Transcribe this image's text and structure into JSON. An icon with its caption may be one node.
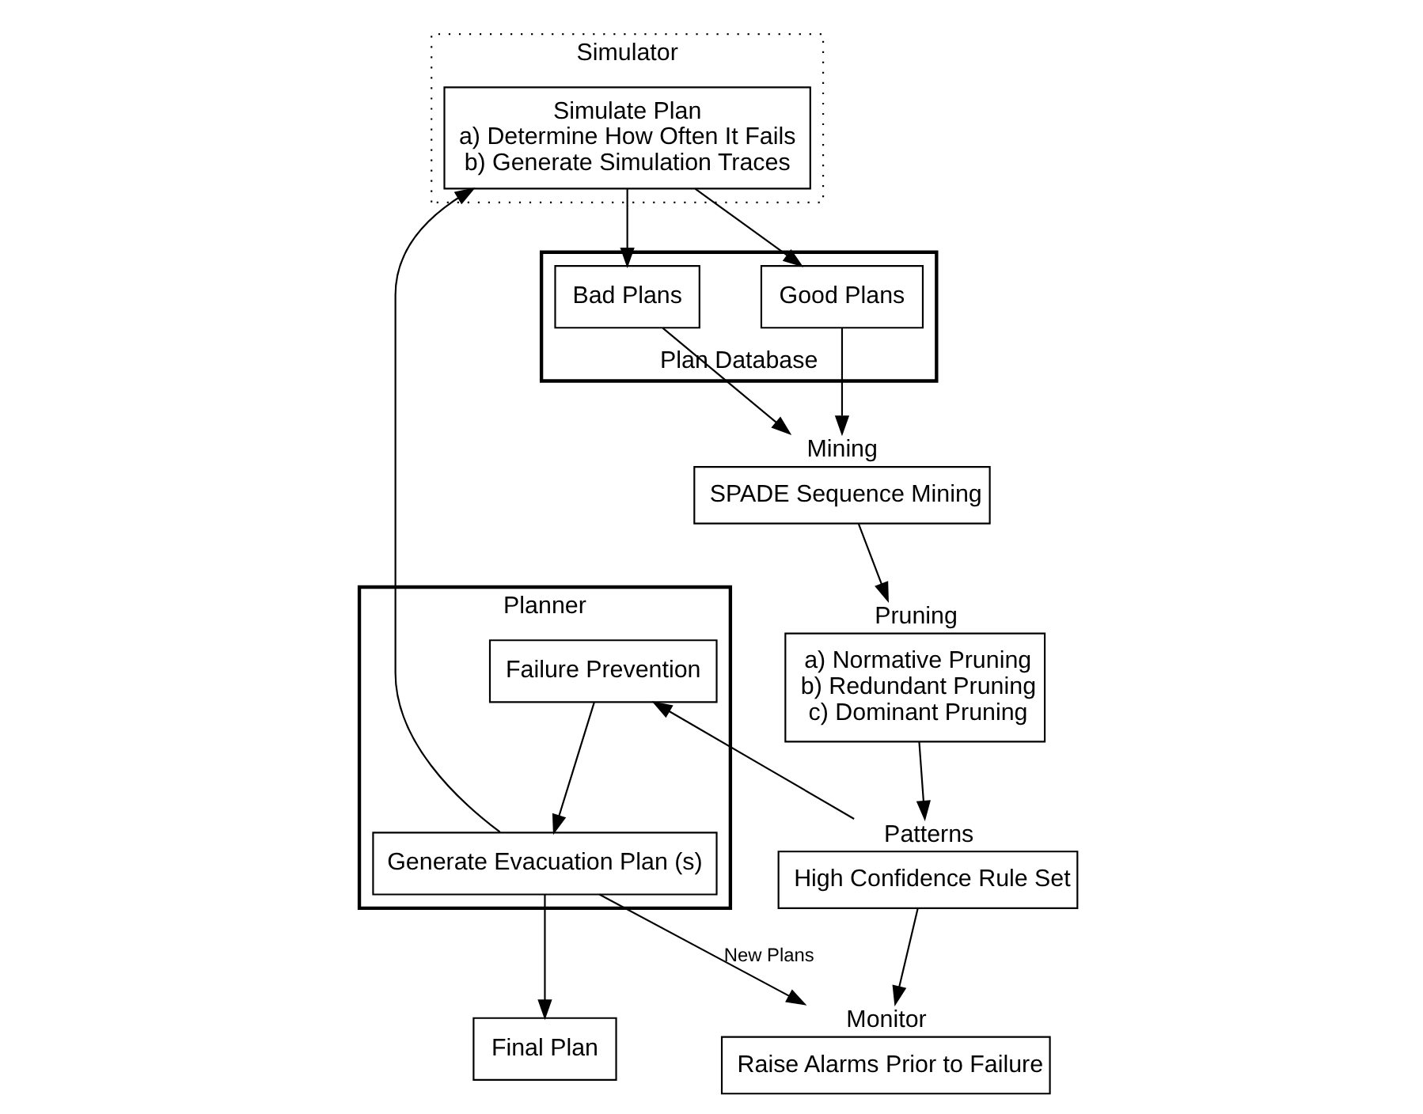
{
  "diagram": {
    "nodes": [
      {
        "text": [
          "Planner"
        ]
      },
      {
        "text": [
          "Generate Evacuation Plan (s)"
        ],
        "in": 0
      },
      {
        "text": [
          "Failure Prevention"
        ],
        "in": 0
      },
      {
        "text": [
          "Simulator"
        ]
      },
      {
        "text": [
          "Simulate Plan",
          "a) Determine How Often It Fails",
          "b) Generate Simulation Traces"
        ],
        "in": 3
      },
      {
        "text": [
          "Plan Database"
        ]
      },
      {
        "text": [
          "Good Plans"
        ],
        "in": 5
      },
      {
        "text": [
          "Bad Plans"
        ],
        "in": 5
      },
      {
        "text": [
          "Mining",
          "SPADE Sequence Mining"
        ]
      },
      {
        "text": [
          "Pruning",
          "a) Normative Pruning",
          "b) Redundant Pruning",
          "c) Dominant Pruning"
        ]
      },
      {
        "text": [
          "Patterns",
          "High Confidence Rule Set"
        ]
      },
      {
        "text": [
          "Monitor",
          "Raise Alarms Prior to Failure"
        ]
      },
      {
        "text": [
          "Final Plan"
        ]
      }
    ],
    "edges": [
      {
        "from": 1,
        "to": 4,
        "arrow": "to"
      },
      {
        "from": 4,
        "to": 6,
        "arrow": "to"
      },
      {
        "from": 4,
        "to": 7,
        "arrow": "to"
      },
      {
        "from": 6,
        "to": 8,
        "arrow": "to"
      },
      {
        "from": 7,
        "to": 8,
        "arrow": "to"
      },
      {
        "from": 8,
        "to": 9,
        "arrow": "to"
      },
      {
        "from": 9,
        "to": 10,
        "arrow": "to"
      },
      {
        "from": 10,
        "to": 2,
        "arrow": "to"
      },
      {
        "from": 2,
        "to": 1,
        "arrow": "to"
      },
      {
        "from": 10,
        "to": 11,
        "arrow": "to"
      },
      {
        "from": 1,
        "to": 11,
        "arrow": "to",
        "label": "New Plans"
      },
      {
        "from": 1,
        "to": 12,
        "arrow": "to"
      }
    ]
  }
}
